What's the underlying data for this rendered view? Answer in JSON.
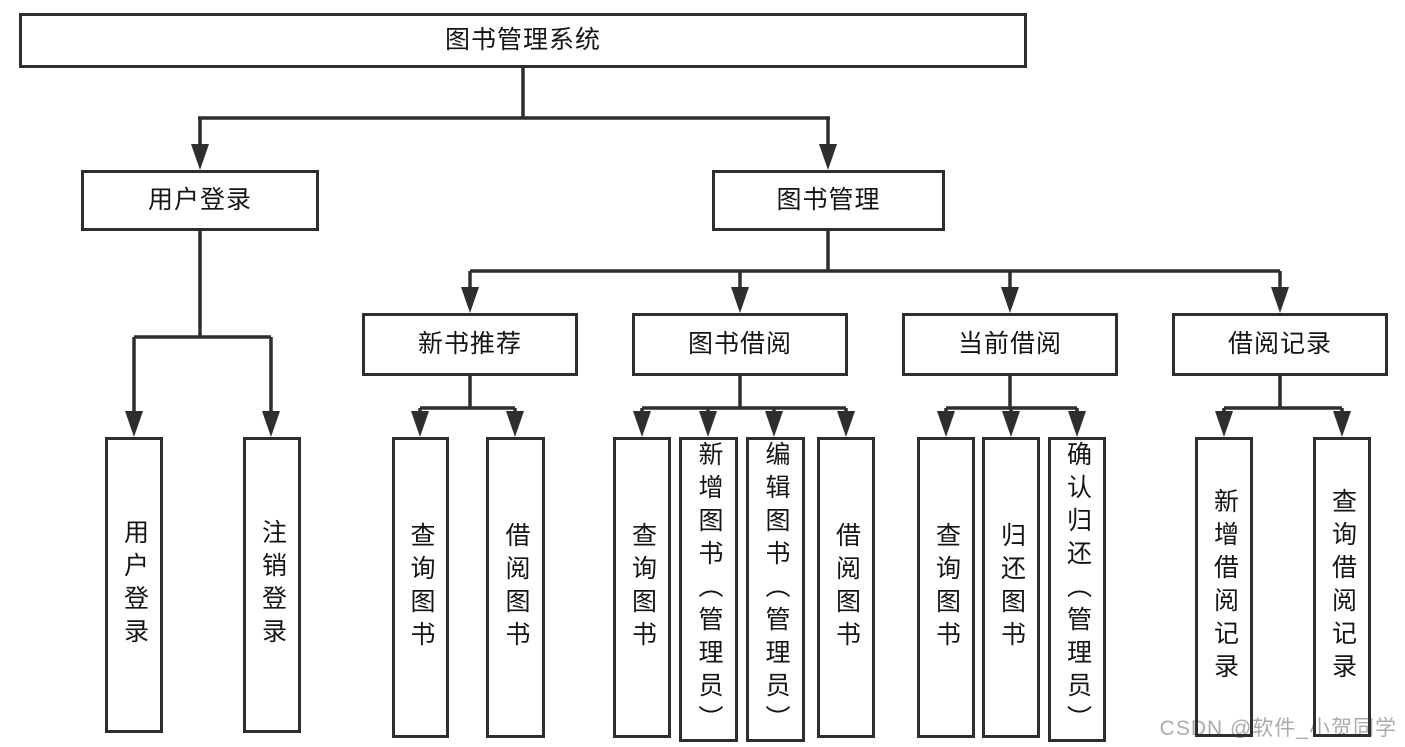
{
  "tree": {
    "label": "图书管理系统",
    "children": [
      {
        "label": "用户登录",
        "children": [
          {
            "label": "用户登录"
          },
          {
            "label": "注销登录"
          }
        ]
      },
      {
        "label": "图书管理",
        "children": [
          {
            "label": "新书推荐",
            "children": [
              {
                "label": "查询图书"
              },
              {
                "label": "借阅图书"
              }
            ]
          },
          {
            "label": "图书借阅",
            "children": [
              {
                "label": "查询图书"
              },
              {
                "label": "新增图书（管理员）"
              },
              {
                "label": "编辑图书（管理员）"
              },
              {
                "label": "借阅图书"
              }
            ]
          },
          {
            "label": "当前借阅",
            "children": [
              {
                "label": "查询图书"
              },
              {
                "label": "归还图书"
              },
              {
                "label": "确认归还（管理员）"
              }
            ]
          },
          {
            "label": "借阅记录",
            "children": [
              {
                "label": "新增借阅记录"
              },
              {
                "label": "查询借阅记录"
              }
            ]
          }
        ]
      }
    ]
  },
  "watermark": {
    "text": "CSDN @软件_小贺同学"
  },
  "colors": {
    "line": "#2e2e2e",
    "box_border": "#2e2e2e",
    "text": "#151515",
    "watermark": "#ababab",
    "background": "#ffffff"
  }
}
